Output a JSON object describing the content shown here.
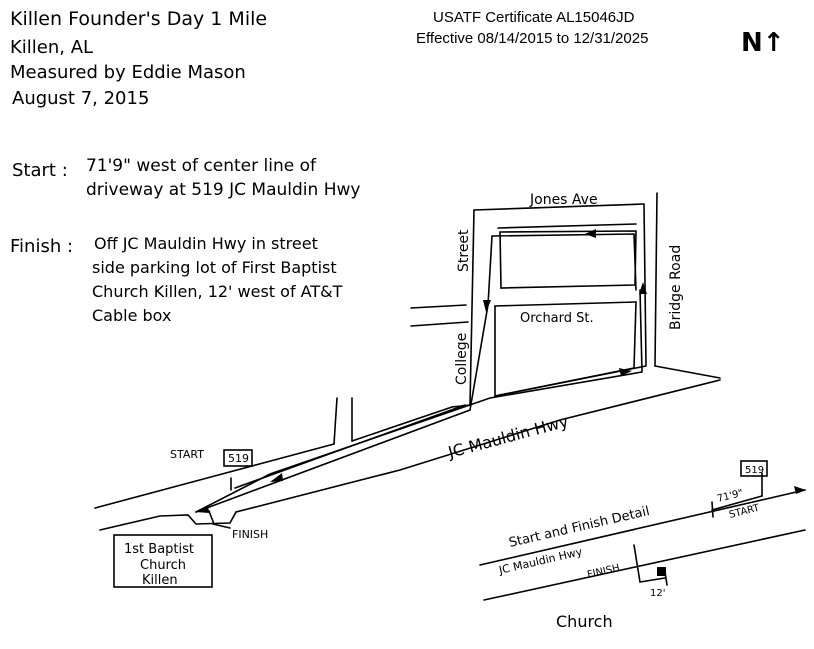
{
  "header": {
    "title": "Killen Founder's Day 1 Mile",
    "location": "Killen, AL",
    "measured_by": "Measured by Eddie Mason",
    "date": "August 7, 2015"
  },
  "certificate": {
    "line1": "USATF Certificate AL15046JD",
    "line2": "Effective 08/14/2015 to 12/31/2025"
  },
  "north": {
    "letter": "N",
    "arrow": "↑"
  },
  "start_note": {
    "label": "Start :",
    "line1": "71'9\" west of center line of",
    "line2": "driveway at 519 JC Mauldin Hwy"
  },
  "finish_note": {
    "label": "Finish :",
    "line1": "Off JC Mauldin Hwy in street",
    "line2": "side parking lot of First Baptist",
    "line3": "Church Killen, 12' west of AT&T",
    "line4": "Cable box"
  },
  "map_labels": {
    "jones_ave": "Jones Ave",
    "college_street_1": "College",
    "college_street_2": "Street",
    "bridge_road": "Bridge Road",
    "orchard_st": "Orchard St.",
    "jc_mauldin_hwy": "JC Mauldin Hwy",
    "start": "START",
    "address_519": "519",
    "finish": "FINISH",
    "church_line1": "1st Baptist",
    "church_line2": "Church",
    "church_line3": "Killen"
  },
  "detail": {
    "title": "Start and Finish Detail",
    "road": "JC Mauldin Hwy",
    "start": "START",
    "finish": "FINISH",
    "distance_start": "71'9\"",
    "distance_finish": "12'",
    "address": "519",
    "church": "Church"
  }
}
